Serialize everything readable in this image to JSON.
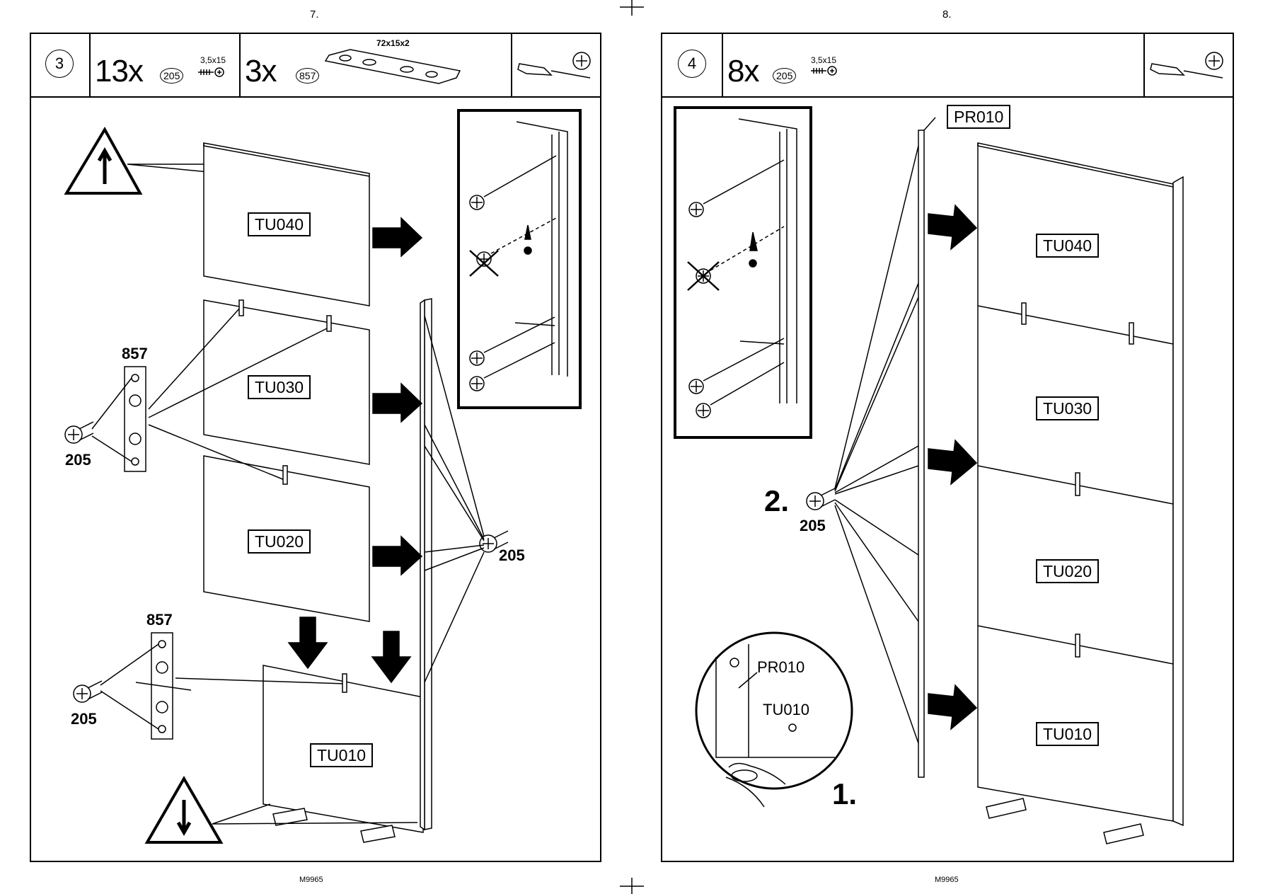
{
  "pages": [
    {
      "page_number": "7.",
      "footer": "M9965",
      "step": "3",
      "parts": [
        {
          "qty": "13x",
          "code": "205",
          "size": "3,5x15"
        },
        {
          "qty": "3x",
          "code": "857",
          "size": "72x15x2"
        }
      ],
      "panels": [
        "TU040",
        "TU030",
        "TU020",
        "TU010"
      ],
      "callouts": {
        "plate_a": "857",
        "screw_a": "205",
        "screw_side": "205",
        "plate_b": "857",
        "screw_b": "205"
      }
    },
    {
      "page_number": "8.",
      "footer": "M9965",
      "step": "4",
      "parts": [
        {
          "qty": "8x",
          "code": "205",
          "size": "3,5x15"
        }
      ],
      "post_label": "PR010",
      "panels": [
        "TU040",
        "TU030",
        "TU020",
        "TU010"
      ],
      "step_markers": [
        "2.",
        "1."
      ],
      "screw_label": "205",
      "detail": {
        "post": "PR010",
        "panel": "TU010"
      }
    }
  ]
}
